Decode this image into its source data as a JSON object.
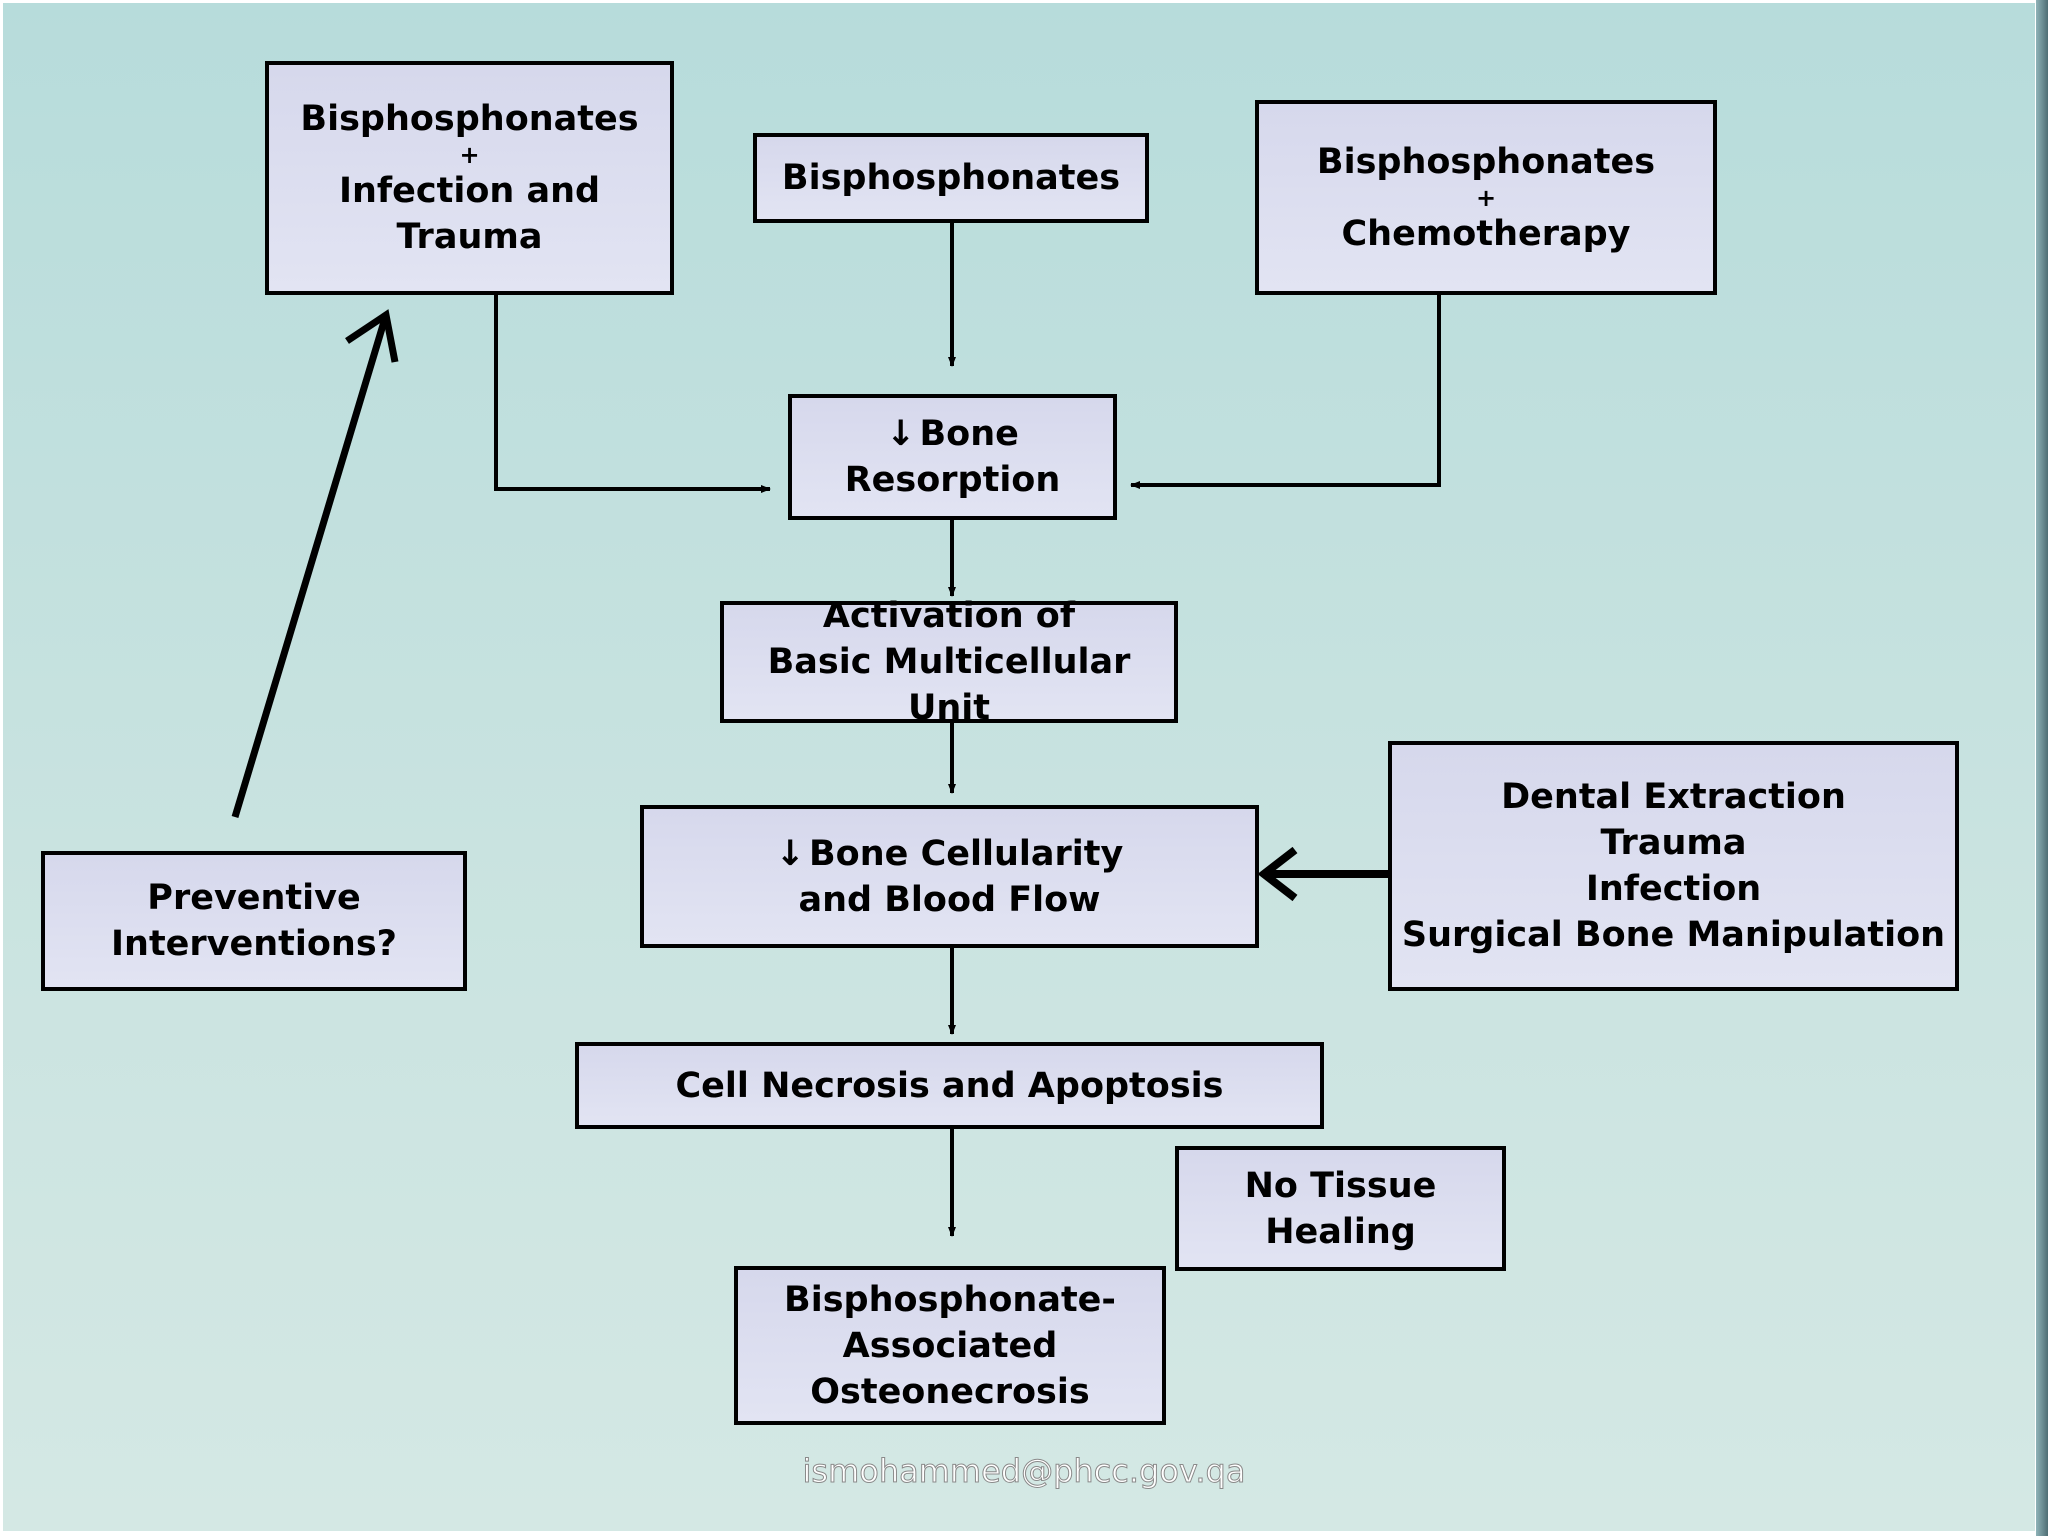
{
  "boxes": {
    "bisphos_infection": {
      "line1": "Bisphosphonates",
      "plus": "+",
      "line2": "Infection and",
      "line3": "Trauma"
    },
    "bisphos": {
      "line1": "Bisphosphonates"
    },
    "bisphos_chemo": {
      "line1": "Bisphosphonates",
      "plus": "+",
      "line2": "Chemotherapy"
    },
    "bone_resorption": {
      "arrow": "↓",
      "line1": "Bone",
      "line2": "Resorption"
    },
    "activation": {
      "line1": "Activation of",
      "line2": "Basic Multicellular Unit"
    },
    "cellularity": {
      "arrow": "↓",
      "line1": "Bone Cellularity",
      "line2": "and Blood Flow"
    },
    "dental": {
      "line1": "Dental Extraction",
      "line2": "Trauma",
      "line3": "Infection",
      "line4": "Surgical Bone Manipulation"
    },
    "necrosis": {
      "line1": "Cell Necrosis and Apoptosis"
    },
    "no_healing": {
      "line1": "No Tissue",
      "line2": "Healing"
    },
    "osteonecrosis": {
      "line1": "Bisphosphonate-",
      "line2": "Associated",
      "line3": "Osteonecrosis"
    },
    "preventive": {
      "line1": "Preventive",
      "line2": "Interventions?"
    }
  },
  "watermark": "ismohammed@phcc.gov.qa",
  "colors": {
    "background": "#c2e0dd",
    "box_fill": "#dcdef0",
    "line": "#000000"
  }
}
